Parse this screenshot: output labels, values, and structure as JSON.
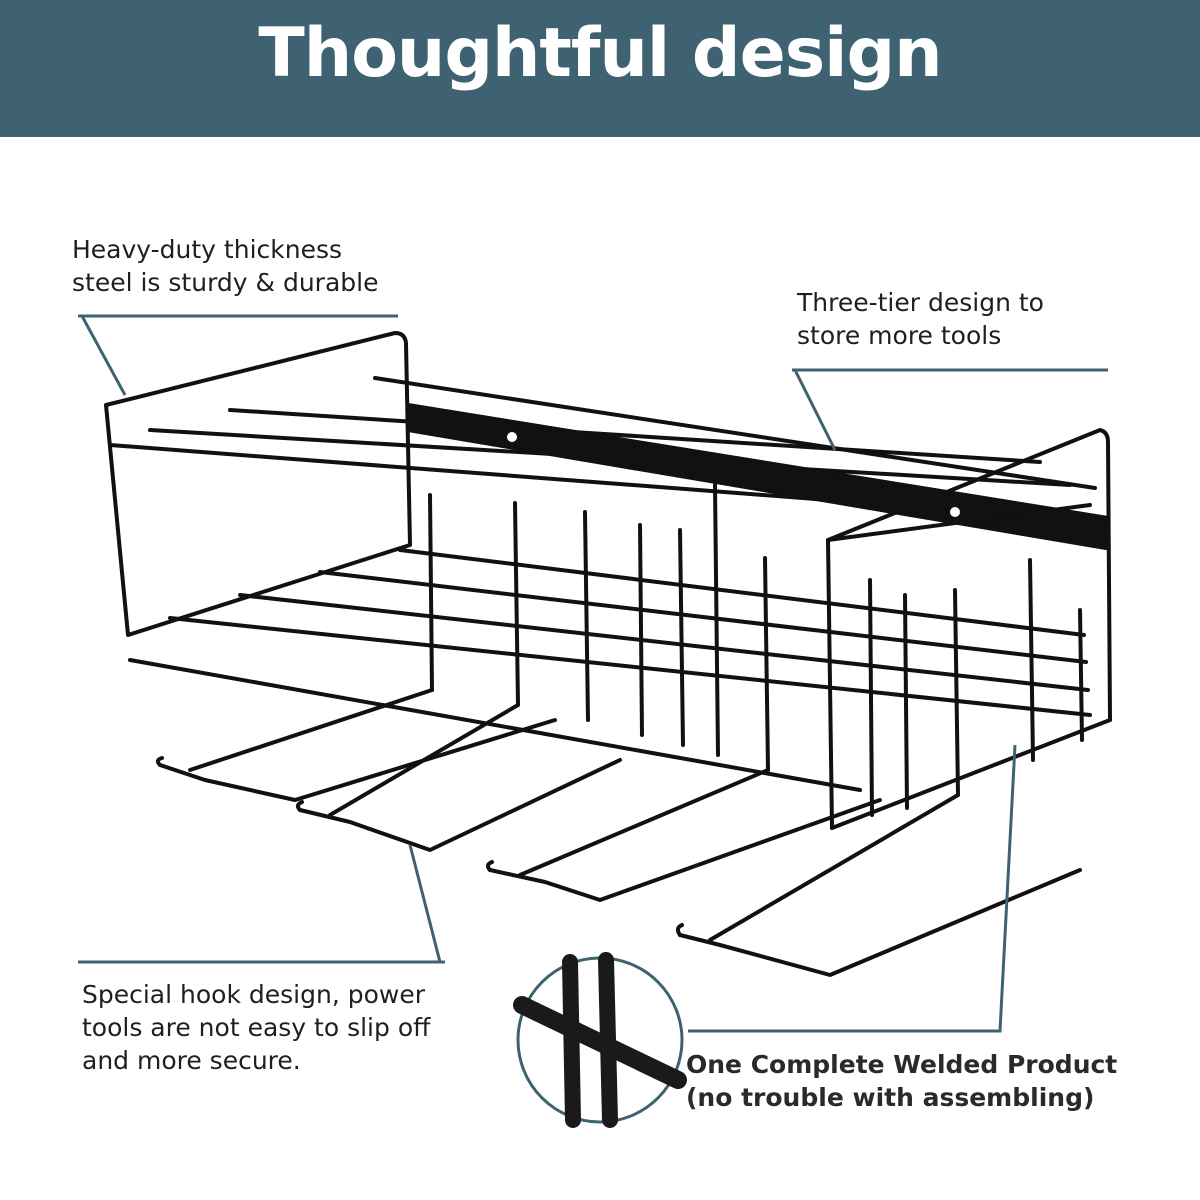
{
  "banner": {
    "title": "Thoughtful design",
    "background_color": "#3e6272"
  },
  "callouts": {
    "steel": {
      "line1": "Heavy-duty thickness",
      "line2": "steel is sturdy & durable"
    },
    "tiers": {
      "line1": "Three-tier design to",
      "line2": "store more tools"
    },
    "hook": {
      "line1": "Special hook design, power",
      "line2": "tools are not easy to slip off",
      "line3": "and more secure."
    },
    "welded": {
      "line1": "One Complete Welded Product",
      "line2": "(no trouble with assembling)"
    }
  },
  "colors": {
    "leader_line": "#3e6272",
    "wire": "#111111"
  },
  "illustration": "wall-mounted-wire-tool-rack",
  "detail_inset": "welded-joint-closeup"
}
